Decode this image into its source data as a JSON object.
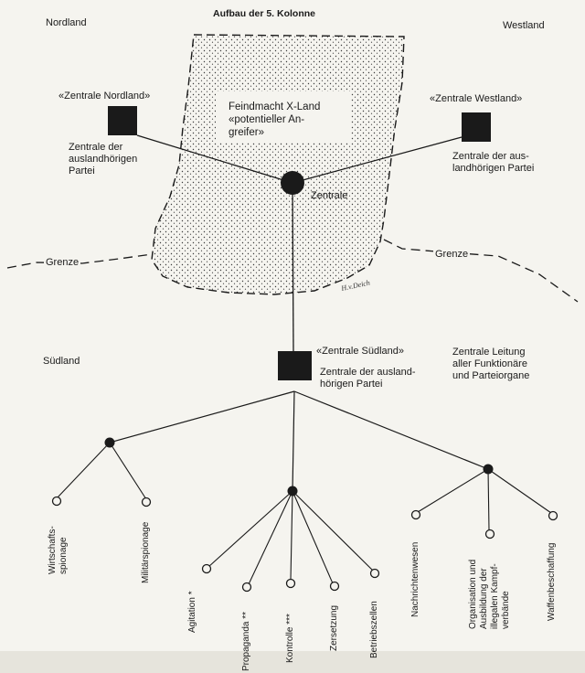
{
  "title": "Aufbau der 5. Kolonne",
  "lands": {
    "north": "Nordland",
    "west": "Westland",
    "south": "Südland"
  },
  "enemy_power": "Feindmacht X-Land\n«potentieller An-\ngreifer»",
  "center_label": "Zentrale",
  "border_label": "Grenze",
  "artist_signature": "H.v.Deich",
  "nodes": {
    "nordland": {
      "name": "«Zentrale Nordland»",
      "desc": "Zentrale der\nauslandhörigen\nPartei"
    },
    "westland": {
      "name": "«Zentrale Westland»",
      "desc": "Zentrale der aus-\nlandhörigen Partei"
    },
    "suedland": {
      "name": "«Zentrale Südland»",
      "desc": "Zentrale der ausland-\nhörigen Partei"
    }
  },
  "leadership_note": "Zentrale Leitung\naller Funktionäre\nund Parteiorgane",
  "branches": {
    "left": [
      "Wirtschafts-\nspionage",
      "Militärspionage"
    ],
    "middle": [
      "Agitation *",
      "Propaganda **",
      "Kontrolle ***",
      "Zersetzung",
      "Betriebszellen"
    ],
    "right": [
      "Nachrichtenwesen",
      "Organisation und\nAusbildung der\nillegalen Kampf-\nverbände",
      "Waffenbeschaffung"
    ]
  },
  "colors": {
    "ink": "#1a1a1a",
    "paper": "#f5f4ef",
    "region_fill": "#ecebe4"
  }
}
